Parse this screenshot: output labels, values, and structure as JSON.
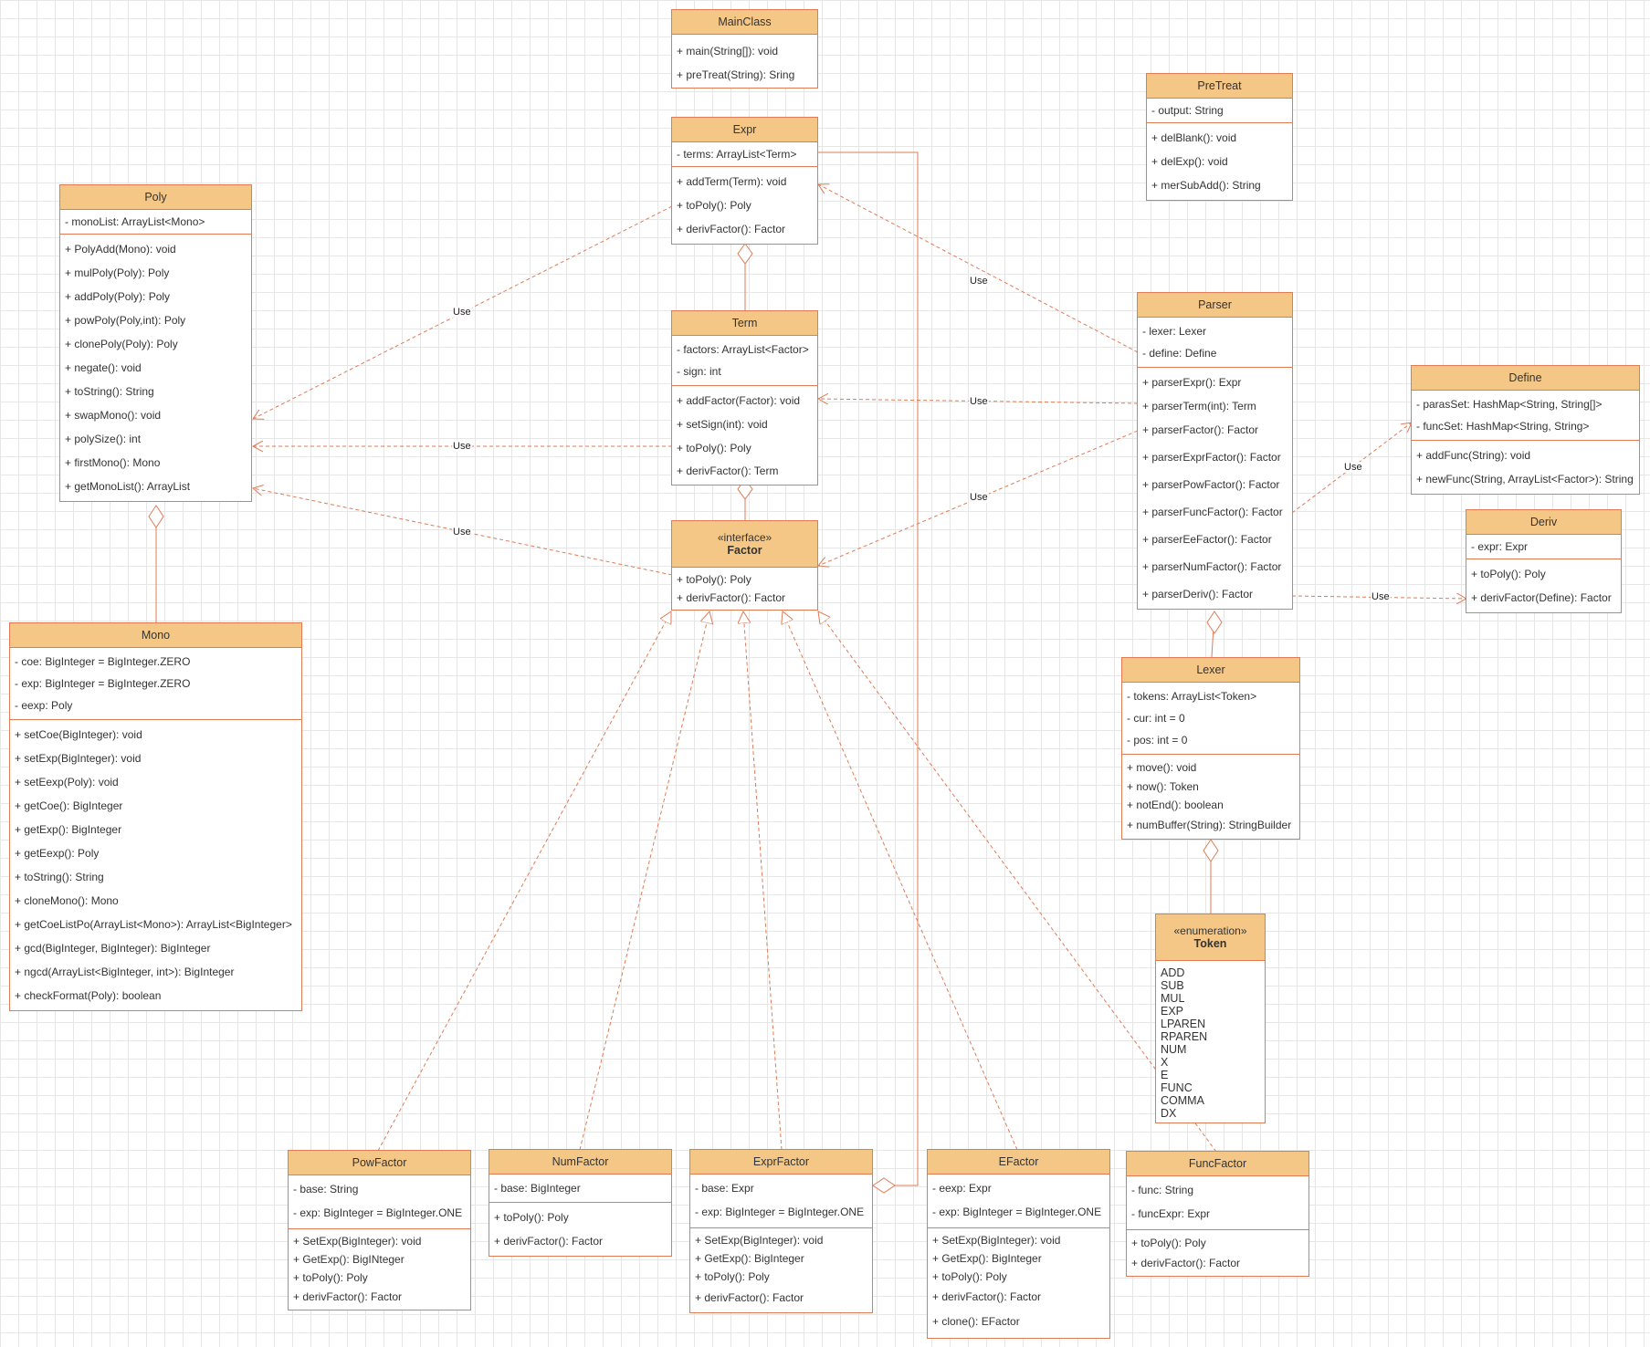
{
  "colors": {
    "stroke": "#e07b54",
    "header": "#f4c786",
    "grid": "#e6e6e6"
  },
  "classes": {
    "mainclass": {
      "name": "MainClass",
      "methods": [
        "+ main(String[]): void",
        "+ preTreat(String): Sring"
      ]
    },
    "pretreat": {
      "name": "PreTreat",
      "fields": [
        "- output: String"
      ],
      "methods": [
        "+ delBlank(): void",
        "+ delExp(): void",
        "+ merSubAdd(): String"
      ]
    },
    "expr": {
      "name": "Expr",
      "fields": [
        "- terms: ArrayList<Term>"
      ],
      "methods": [
        "+ addTerm(Term): void",
        "+ toPoly(): Poly",
        "+ derivFactor(): Factor"
      ]
    },
    "poly": {
      "name": "Poly",
      "fields": [
        "- monoList: ArrayList<Mono>"
      ],
      "methods": [
        "+ PolyAdd(Mono): void",
        "+ mulPoly(Poly): Poly",
        "+ addPoly(Poly): Poly",
        "+ powPoly(Poly,int): Poly",
        "+ clonePoly(Poly): Poly",
        "+ negate(): void",
        "+ toString(): String",
        "+ swapMono(): void",
        "+ polySize(): int",
        "+ firstMono(): Mono",
        "+ getMonoList(): ArrayList"
      ]
    },
    "term": {
      "name": "Term",
      "fields": [
        "- factors: ArrayList<Factor>",
        "- sign: int"
      ],
      "methods": [
        "+ addFactor(Factor): void",
        "+ setSign(int): void",
        "+ toPoly(): Poly",
        "+ derivFactor(): Term"
      ]
    },
    "parser": {
      "name": "Parser",
      "fields": [
        "- lexer: Lexer",
        "- define: Define"
      ],
      "methods": [
        "+ parserExpr(): Expr",
        "+ parserTerm(int): Term",
        "+ parserFactor(): Factor",
        "+ parserExprFactor(): Factor",
        "+ parserPowFactor(): Factor",
        "+ parserFuncFactor(): Factor",
        "+ parserEeFactor(): Factor",
        "+ parserNumFactor(): Factor",
        "+ parserDeriv(): Factor"
      ]
    },
    "define": {
      "name": "Define",
      "fields": [
        "- parasSet: HashMap<String, String[]>",
        "- funcSet: HashMap<String, String>"
      ],
      "methods": [
        "+ addFunc(String): void",
        "+ newFunc(String, ArrayList<Factor>): String"
      ]
    },
    "factor": {
      "stereotype": "«interface»",
      "name": "Factor",
      "methods": [
        "+ toPoly(): Poly",
        "+ derivFactor(): Factor"
      ]
    },
    "deriv": {
      "name": "Deriv",
      "fields": [
        "- expr: Expr"
      ],
      "methods": [
        "+ toPoly(): Poly",
        "+ derivFactor(Define): Factor"
      ]
    },
    "mono": {
      "name": "Mono",
      "fields": [
        "- coe: BigInteger = BigInteger.ZERO",
        "- exp: BigInteger = BigInteger.ZERO",
        "- eexp: Poly"
      ],
      "methods": [
        "+ setCoe(BigInteger): void",
        "+ setExp(BigInteger): void",
        "+ setEexp(Poly): void",
        "+ getCoe(): BigInteger",
        "+ getExp(): BigInteger",
        "+ getEexp(): Poly",
        "+ toString(): String",
        "+ cloneMono(): Mono",
        "+ getCoeListPo(ArrayList<Mono>): ArrayList<BigInteger>",
        "+ gcd(BigInteger, BigInteger): BigInteger",
        "+ ngcd(ArrayList<BigInteger, int>): BigInteger",
        "+ checkFormat(Poly): boolean"
      ]
    },
    "lexer": {
      "name": "Lexer",
      "fields": [
        "- tokens: ArrayList<Token>",
        "- cur: int = 0",
        "- pos: int = 0"
      ],
      "methods": [
        "+ move(): void",
        "+ now(): Token",
        "+ notEnd(): boolean",
        "+ numBuffer(String): StringBuilder"
      ]
    },
    "token": {
      "stereotype": "«enumeration»",
      "name": "Token",
      "literals": [
        "ADD",
        "SUB",
        "MUL",
        "EXP",
        "LPAREN",
        "RPAREN",
        "NUM",
        "X",
        "E",
        "FUNC",
        "COMMA",
        "DX"
      ]
    },
    "powfactor": {
      "name": "PowFactor",
      "fields": [
        "- base: String",
        "- exp: BigInteger = BigInteger.ONE"
      ],
      "methods": [
        "+ SetExp(BigInteger): void",
        "+ GetExp(): BigINteger",
        "+ toPoly(): Poly",
        "+ derivFactor(): Factor"
      ]
    },
    "numfactor": {
      "name": "NumFactor",
      "fields": [
        "- base: BigInteger"
      ],
      "methods": [
        "+ toPoly(): Poly",
        "+ derivFactor(): Factor"
      ]
    },
    "exprfactor": {
      "name": "ExprFactor",
      "fields": [
        "- base: Expr",
        "- exp: BigInteger = BigInteger.ONE"
      ],
      "methods": [
        "+ SetExp(BigInteger): void",
        "+ GetExp(): BigInteger",
        "+ toPoly(): Poly",
        "+ derivFactor(): Factor"
      ]
    },
    "efactor": {
      "name": "EFactor",
      "fields": [
        "- eexp: Expr",
        "- exp: BigInteger = BigInteger.ONE"
      ],
      "methods": [
        "+ SetExp(BigInteger): void",
        "+ GetExp(): BigInteger",
        "+ toPoly(): Poly",
        "+ derivFactor(): Factor",
        "+ clone(): EFactor"
      ]
    },
    "funcfactor": {
      "name": "FuncFactor",
      "fields": [
        "- func: String",
        "- funcExpr: Expr"
      ],
      "methods": [
        "+ toPoly(): Poly",
        "+ derivFactor(): Factor"
      ]
    }
  },
  "edge_labels": {
    "use": "Use"
  }
}
